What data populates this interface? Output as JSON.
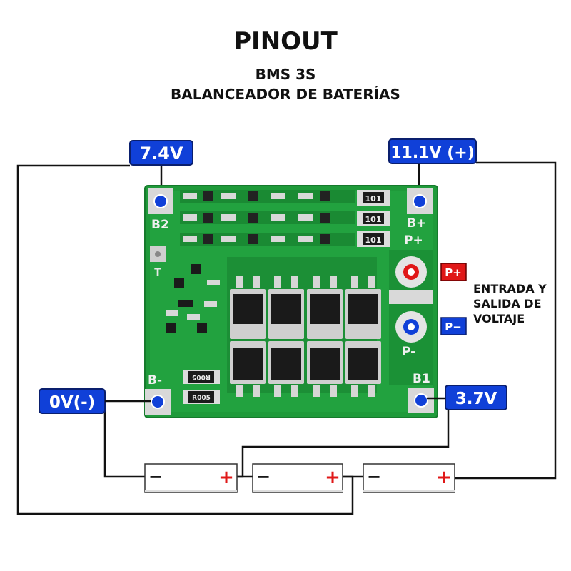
{
  "header": {
    "title": "PINOUT",
    "subtitle": "BMS 3S",
    "subtitle2": "BALANCEADOR DE BATERÍAS"
  },
  "terminals": {
    "b2": "7.4V",
    "b_plus": "11.1V (+)",
    "b_minus": "0V(-)",
    "b1": "3.7V",
    "p_plus": "P+",
    "p_minus": "P−"
  },
  "pcb_silk": {
    "b2": "B2",
    "b_plus": "B+",
    "p_plus": "P+",
    "b_minus": "B-",
    "p_minus": "P-",
    "b1": "B1",
    "t": "T",
    "res1": "101",
    "res2": "101",
    "res3": "101",
    "shunt1": "R005",
    "shunt2": "R005"
  },
  "io_label": {
    "line1": "ENTRADA Y",
    "line2": "SALIDA DE",
    "line3": "VOLTAJE"
  },
  "batteries": [
    {
      "minus": "−",
      "plus": "+"
    },
    {
      "minus": "−",
      "plus": "+"
    },
    {
      "minus": "−",
      "plus": "+"
    }
  ],
  "colors": {
    "label_blue": "#1040d8",
    "pcb_green": "#1f9a3a",
    "p_plus_red": "#e01818",
    "p_minus_blue": "#1040d8"
  }
}
